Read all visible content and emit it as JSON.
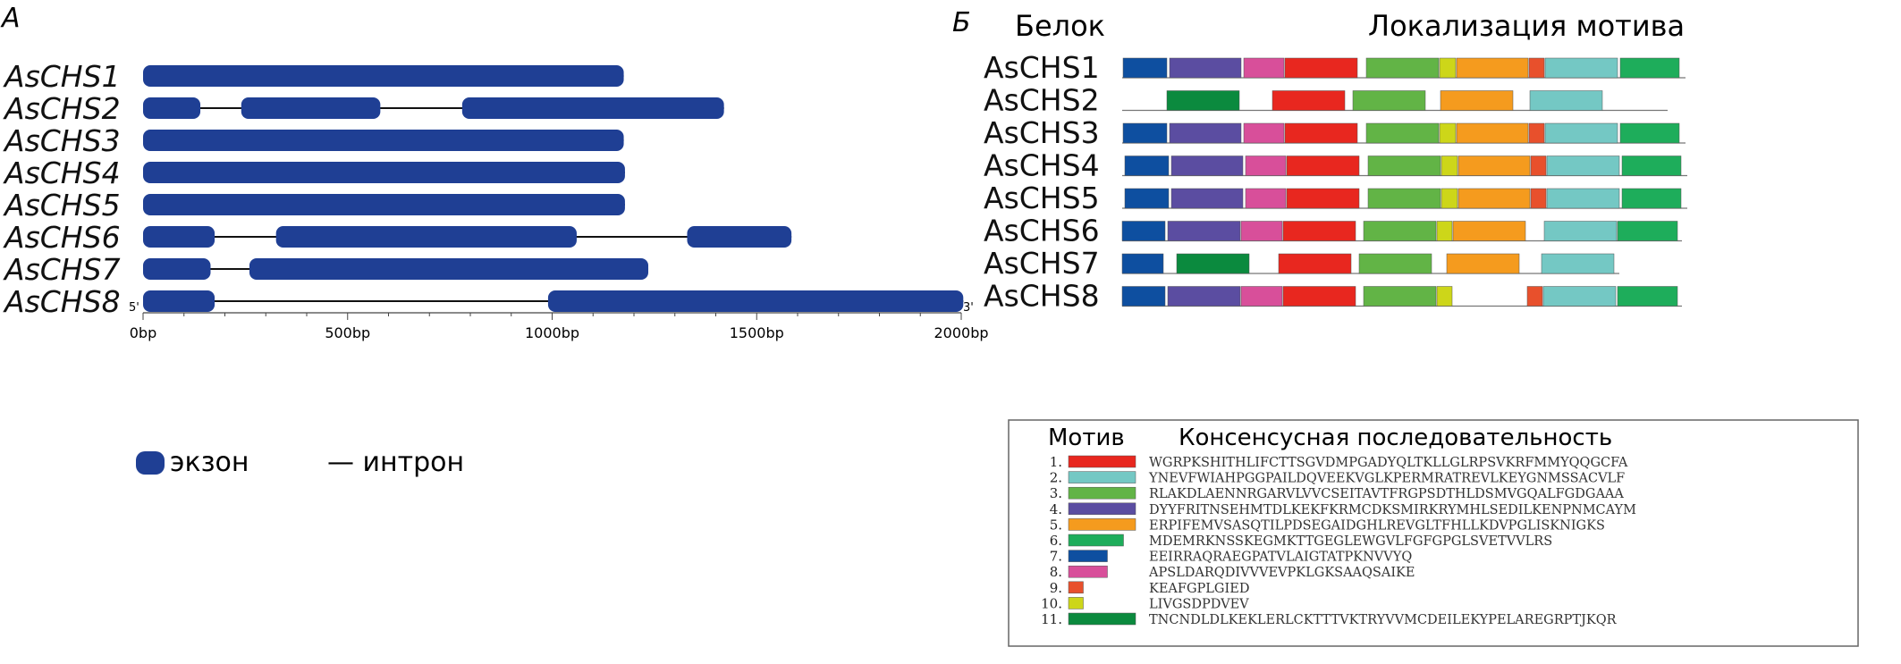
{
  "panel_a": {
    "letter": "А",
    "scale_labels": [
      "0bp",
      "500bp",
      "1000bp",
      "1500bp",
      "2000bp"
    ],
    "scale_values": [
      0,
      500,
      1000,
      1500,
      2000
    ],
    "end5": "5'",
    "end3": "3'",
    "legend": {
      "exon": "экзон",
      "intron": "— интрон"
    },
    "exon_color": "#1f3f94",
    "genes": [
      {
        "name": "AsCHS1",
        "exons": [
          [
            0,
            1175
          ]
        ],
        "end": 1175
      },
      {
        "name": "AsCHS2",
        "exons": [
          [
            0,
            140
          ],
          [
            240,
            580
          ],
          [
            780,
            1420
          ]
        ],
        "end": 1420
      },
      {
        "name": "AsCHS3",
        "exons": [
          [
            0,
            1175
          ]
        ],
        "end": 1175
      },
      {
        "name": "AsCHS4",
        "exons": [
          [
            0,
            1178
          ]
        ],
        "end": 1178
      },
      {
        "name": "AsCHS5",
        "exons": [
          [
            0,
            1178
          ]
        ],
        "end": 1178
      },
      {
        "name": "AsCHS6",
        "exons": [
          [
            0,
            175
          ],
          [
            325,
            1060
          ],
          [
            1330,
            1585
          ]
        ],
        "end": 1585
      },
      {
        "name": "AsCHS7",
        "exons": [
          [
            0,
            165
          ],
          [
            260,
            1235
          ]
        ],
        "end": 1235
      },
      {
        "name": "AsCHS8",
        "exons": [
          [
            0,
            175
          ],
          [
            990,
            2005
          ]
        ],
        "end": 2005
      }
    ]
  },
  "panel_b": {
    "letter": "Б",
    "col_protein": "Белок",
    "col_location": "Локализация мотива",
    "rows": [
      {
        "name": "AsCHS1",
        "motifs": [
          [
            7,
            1,
            50
          ],
          [
            4,
            53,
            133
          ],
          [
            8,
            136,
            181
          ],
          [
            1,
            182,
            263
          ],
          [
            3,
            273,
            354
          ],
          [
            10,
            355,
            373
          ],
          [
            5,
            374,
            454
          ],
          [
            9,
            455,
            472
          ],
          [
            2,
            473,
            554
          ],
          [
            6,
            557,
            623
          ]
        ],
        "line": [
          0,
          630
        ]
      },
      {
        "name": "AsCHS2",
        "motifs": [
          [
            11,
            50,
            131
          ],
          [
            1,
            168,
            249
          ],
          [
            3,
            258,
            339
          ],
          [
            5,
            356,
            437
          ],
          [
            2,
            456,
            537
          ]
        ],
        "line": [
          0,
          610
        ]
      },
      {
        "name": "AsCHS3",
        "motifs": [
          [
            7,
            1,
            50
          ],
          [
            4,
            53,
            133
          ],
          [
            8,
            136,
            181
          ],
          [
            1,
            182,
            263
          ],
          [
            3,
            273,
            354
          ],
          [
            10,
            355,
            373
          ],
          [
            5,
            374,
            454
          ],
          [
            9,
            455,
            472
          ],
          [
            2,
            473,
            554
          ],
          [
            6,
            557,
            623
          ]
        ],
        "line": [
          0,
          630
        ]
      },
      {
        "name": "AsCHS4",
        "motifs": [
          [
            7,
            3,
            52
          ],
          [
            4,
            55,
            135
          ],
          [
            8,
            138,
            183
          ],
          [
            1,
            184,
            265
          ],
          [
            3,
            275,
            356
          ],
          [
            10,
            357,
            375
          ],
          [
            5,
            376,
            456
          ],
          [
            9,
            457,
            474
          ],
          [
            2,
            475,
            556
          ],
          [
            6,
            559,
            625
          ]
        ],
        "line": [
          0,
          632
        ]
      },
      {
        "name": "AsCHS5",
        "motifs": [
          [
            7,
            3,
            52
          ],
          [
            4,
            55,
            135
          ],
          [
            8,
            138,
            183
          ],
          [
            1,
            184,
            265
          ],
          [
            3,
            275,
            356
          ],
          [
            10,
            357,
            375
          ],
          [
            5,
            376,
            456
          ],
          [
            9,
            457,
            474
          ],
          [
            2,
            475,
            556
          ],
          [
            6,
            559,
            625
          ]
        ],
        "line": [
          0,
          632
        ]
      },
      {
        "name": "AsCHS6",
        "motifs": [
          [
            7,
            0,
            48
          ],
          [
            4,
            51,
            132
          ],
          [
            8,
            133,
            179
          ],
          [
            1,
            180,
            261
          ],
          [
            3,
            270,
            351
          ],
          [
            10,
            352,
            369
          ],
          [
            5,
            370,
            451
          ],
          [
            2,
            472,
            553
          ],
          [
            6,
            554,
            621
          ]
        ],
        "line": [
          0,
          626
        ]
      },
      {
        "name": "AsCHS7",
        "motifs": [
          [
            7,
            0,
            46
          ],
          [
            11,
            61,
            142
          ],
          [
            1,
            175,
            256
          ],
          [
            3,
            265,
            346
          ],
          [
            5,
            363,
            444
          ],
          [
            2,
            469,
            550
          ]
        ],
        "line": [
          0,
          556
        ]
      },
      {
        "name": "AsCHS8",
        "motifs": [
          [
            7,
            0,
            48
          ],
          [
            4,
            51,
            132
          ],
          [
            8,
            133,
            179
          ],
          [
            1,
            180,
            261
          ],
          [
            3,
            270,
            351
          ],
          [
            10,
            352,
            369
          ],
          [
            9,
            453,
            470
          ],
          [
            2,
            471,
            552
          ],
          [
            6,
            554,
            621
          ]
        ],
        "line": [
          0,
          626
        ]
      }
    ],
    "legend": {
      "col_motif": "Мотив",
      "col_seq": "Консенсусная последовательность",
      "motifs": [
        {
          "num": "1.",
          "color": "#e8271f",
          "w": 1.0,
          "seq": "WGRPKSHITHLIFCTTSGVDMPGADYQLTKLLGLRPSVKRFMMYQQGCFA"
        },
        {
          "num": "2.",
          "color": "#74c8c4",
          "w": 1.0,
          "seq": "YNEVFWIAHPGGPAILDQVEEKVGLKPERMRATREVLKEYGNMSSACVLF"
        },
        {
          "num": "3.",
          "color": "#62b446",
          "w": 1.0,
          "seq": "RLAKDLAENNRGARVLVVCSEITAVTFRGPSDTHLDSMVGQALFGDGAAA"
        },
        {
          "num": "4.",
          "color": "#5b4da1",
          "w": 1.0,
          "seq": "DYYFRITNSEHMTDLKEKFKRMCDKSMIRKRYMHLSEDILKENPNMCAYM"
        },
        {
          "num": "5.",
          "color": "#f59b1e",
          "w": 1.0,
          "seq": "ERPIFEMVSASQTILPDSEGAIDGHLREVGLTFHLLKDVPGLISKNIGKS"
        },
        {
          "num": "6.",
          "color": "#1ead5b",
          "w": 0.82,
          "seq": "MDEMRKNSSKEGMKTTGEGLEWGVLFGFGPGLSVETVVLRS"
        },
        {
          "num": "7.",
          "color": "#0e4fa0",
          "w": 0.58,
          "seq": "EEIRRAQRAEGPATVLAIGTATPKNVVYQ"
        },
        {
          "num": "8.",
          "color": "#d84f9a",
          "w": 0.58,
          "seq": "APSLDARQDIVVVEVPKLGKSAAQSAIKE"
        },
        {
          "num": "9.",
          "color": "#e8502c",
          "w": 0.22,
          "seq": "KEAFGPLGIED"
        },
        {
          "num": "10.",
          "color": "#cdd619",
          "w": 0.22,
          "seq": "LIVGSDPDVEV"
        },
        {
          "num": "11.",
          "color": "#0b8a3e",
          "w": 1.0,
          "seq": "TNCNDLDLKEKLERLCKTTTVKTRYVVMCDEILEKYPELAREGRPTJKQR"
        }
      ]
    }
  }
}
